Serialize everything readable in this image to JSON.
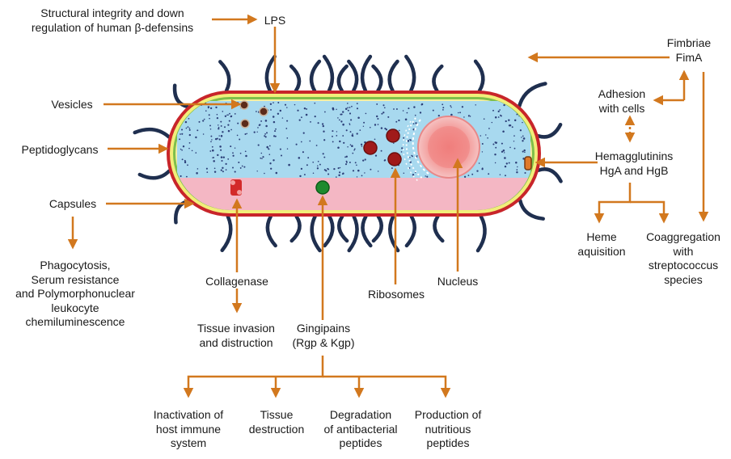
{
  "colors": {
    "arrow": "#d2781e",
    "capsule_outline": "#c8252a",
    "membrane": "#e9e15a",
    "cytoplasm": "#a8d9ef",
    "periplasm": "#f4b7c4",
    "flagella": "#1f2f4f",
    "nucleus": "#f2a0a0"
  },
  "labels": {
    "structural_integrity": [
      "Structural integrity and down",
      "regulation of human β-defensins"
    ],
    "lps": "LPS",
    "vesicles": "Vesicles",
    "peptidoglycans": "Peptidoglycans",
    "capsules": "Capsules",
    "capsule_effects": [
      "Phagocytosis,",
      "Serum resistance",
      "and Polymorphonuclear",
      "leukocyte",
      "chemiluminescence"
    ],
    "collagenase": "Collagenase",
    "tissue_invasion": [
      "Tissue invasion",
      "and distruction"
    ],
    "gingipains": [
      "Gingipains",
      "(Rgp & Kgp)"
    ],
    "ribosomes": "Ribosomes",
    "nucleus": "Nucleus",
    "fimbriae": [
      "Fimbriae",
      "FimA"
    ],
    "adhesion": [
      "Adhesion",
      "with cells"
    ],
    "hemagglutinins": [
      "Hemagglutinins",
      "HgA and HgB"
    ],
    "heme": [
      "Heme",
      "aquisition"
    ],
    "coaggregation": [
      "Coaggregation",
      "with",
      "streptococcus",
      "species"
    ],
    "inactivation": [
      "Inactivation of",
      "host immune",
      "system"
    ],
    "tissue_destruction": [
      "Tissue",
      "destruction"
    ],
    "degradation": [
      "Degradation",
      "of antibacterial",
      "peptides"
    ],
    "production": [
      "Production of",
      "nutritious",
      "peptides"
    ]
  }
}
